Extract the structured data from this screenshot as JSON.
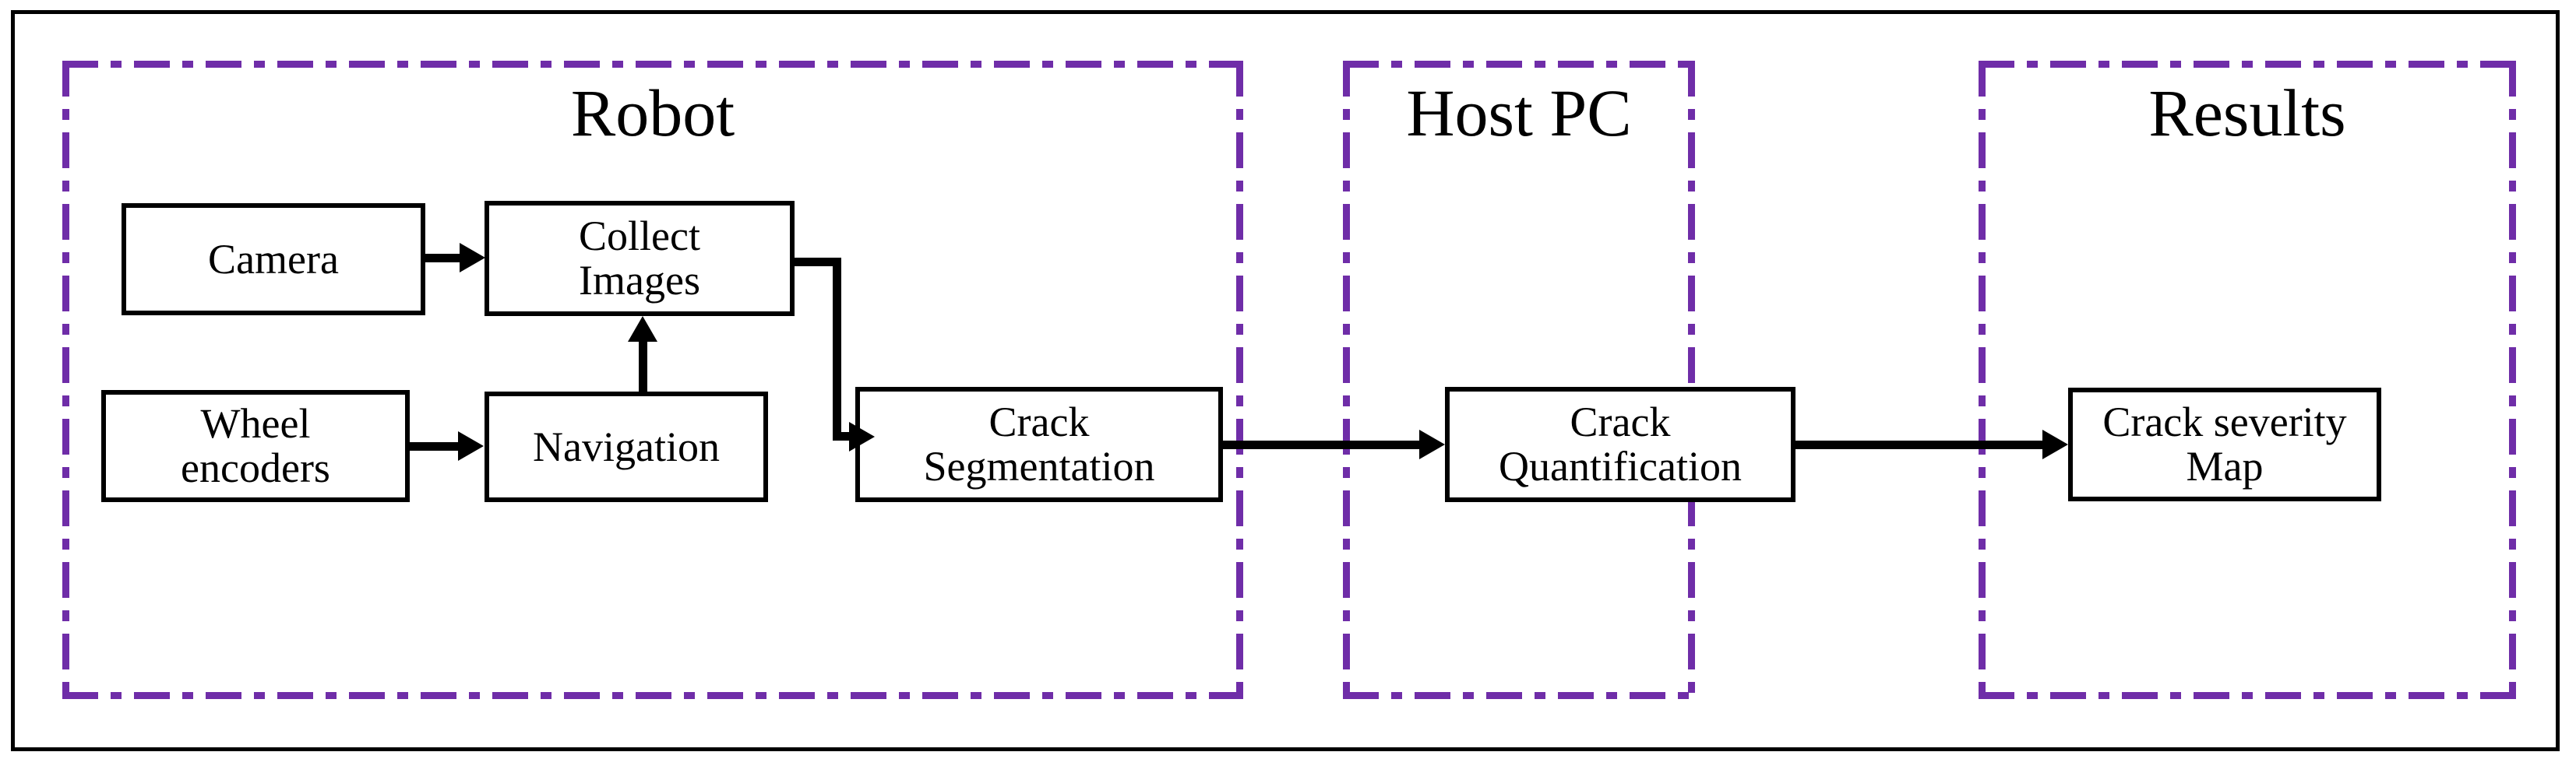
{
  "diagram": {
    "title": "Crack detection robotic pipeline block diagram",
    "accent_color": "#6f2da8",
    "line_color": "#000000",
    "background_color": "#ffffff",
    "groups": [
      {
        "id": "robot",
        "label": "Robot"
      },
      {
        "id": "host-pc",
        "label": "Host PC"
      },
      {
        "id": "results",
        "label": "Results"
      }
    ],
    "nodes": [
      {
        "id": "camera",
        "label": "Camera",
        "line1": "Camera",
        "line2": "",
        "group": "robot"
      },
      {
        "id": "collect-images",
        "label": "Collect Images",
        "line1": "Collect",
        "line2": "Images",
        "group": "robot"
      },
      {
        "id": "wheel-encoders",
        "label": "Wheel encoders",
        "line1": "Wheel",
        "line2": "encoders",
        "group": "robot"
      },
      {
        "id": "navigation",
        "label": "Navigation",
        "line1": "Navigation",
        "line2": "",
        "group": "robot"
      },
      {
        "id": "crack-segmentation",
        "label": "Crack Segmentation",
        "line1": "Crack",
        "line2": "Segmentation",
        "group": "robot"
      },
      {
        "id": "crack-quantification",
        "label": "Crack Quantification",
        "line1": "Crack",
        "line2": "Quantification",
        "group": "host-pc"
      },
      {
        "id": "crack-severity-map",
        "label": "Crack severity Map",
        "line1": "Crack severity",
        "line2": "Map",
        "group": "results"
      }
    ],
    "edges": [
      {
        "id": "camera-to-collect-images",
        "from": "camera",
        "to": "collect-images",
        "style": "straight-right"
      },
      {
        "id": "wheel-encoders-to-navigation",
        "from": "wheel-encoders",
        "to": "navigation",
        "style": "straight-right"
      },
      {
        "id": "navigation-to-collect-images",
        "from": "navigation",
        "to": "collect-images",
        "style": "straight-up"
      },
      {
        "id": "collect-images-to-crack-segmentation",
        "from": "collect-images",
        "to": "crack-segmentation",
        "style": "elbow-right-down-right"
      },
      {
        "id": "crack-segmentation-to-crack-quantification",
        "from": "crack-segmentation",
        "to": "crack-quantification",
        "style": "straight-right"
      },
      {
        "id": "crack-quantification-to-crack-severity-map",
        "from": "crack-quantification",
        "to": "crack-severity-map",
        "style": "straight-right"
      }
    ]
  }
}
